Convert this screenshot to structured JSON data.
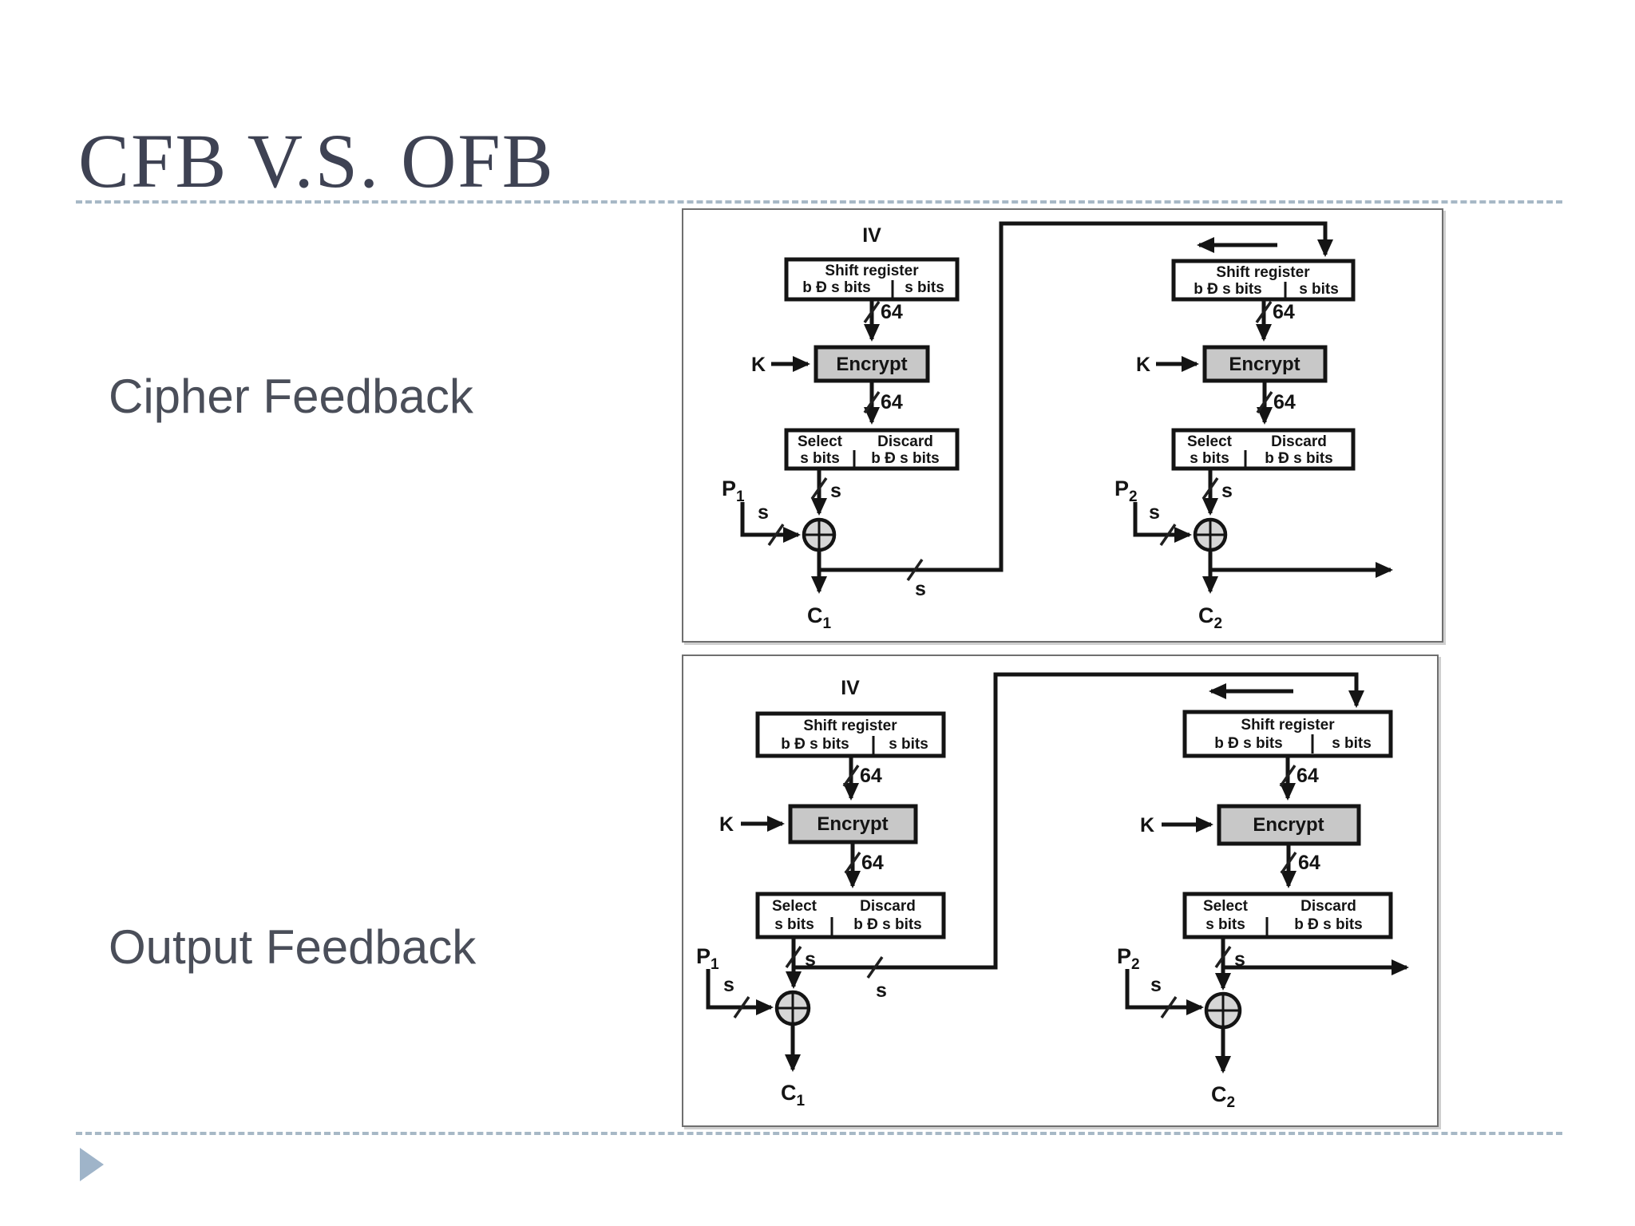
{
  "title": "CFB V.S. OFB",
  "section_labels": {
    "cipher": "Cipher Feedback",
    "output": "Output Feedback"
  },
  "diagram_labels": {
    "iv": "IV",
    "shift_register": "Shift register",
    "b_minus_s_bits": "b Ð s bits",
    "s_bits": "s bits",
    "bus_64": "64",
    "encrypt": "Encrypt",
    "key": "K",
    "select": "Select",
    "discard": "Discard",
    "s": "s",
    "p": "P",
    "c": "C",
    "sub_1": "1",
    "sub_2": "2"
  },
  "colors": {
    "title_text": "#3e4253",
    "label_text": "#4a4e59",
    "dashed_rule": "#a7b8c6",
    "bullet_accent": "#9fb4c9",
    "diagram_ink": "#141414",
    "encrypt_fill": "#c8c8c8",
    "xor_fill": "#d6d6d6"
  }
}
